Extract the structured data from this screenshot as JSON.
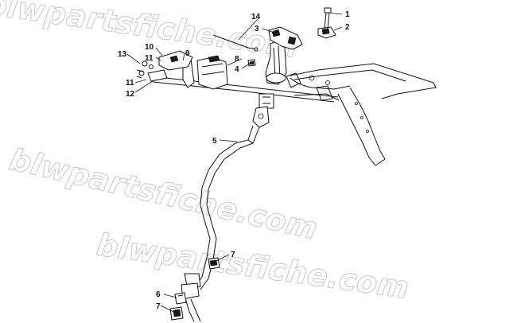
{
  "watermark": {
    "text": "blwpartsfiche.com",
    "color": "#d0d0d0"
  },
  "callouts": [
    {
      "id": "c1",
      "label": "1"
    },
    {
      "id": "c2",
      "label": "2"
    },
    {
      "id": "c3",
      "label": "3"
    },
    {
      "id": "c4",
      "label": "4"
    },
    {
      "id": "c5",
      "label": "5"
    },
    {
      "id": "c6",
      "label": "6"
    },
    {
      "id": "c7a",
      "label": "7"
    },
    {
      "id": "c7b",
      "label": "7"
    },
    {
      "id": "c8",
      "label": "8"
    },
    {
      "id": "c9",
      "label": "9"
    },
    {
      "id": "c10",
      "label": "10"
    },
    {
      "id": "c11a",
      "label": "11"
    },
    {
      "id": "c11b",
      "label": "11"
    },
    {
      "id": "c12",
      "label": "12"
    },
    {
      "id": "c13",
      "label": "13"
    },
    {
      "id": "c14",
      "label": "14"
    }
  ]
}
